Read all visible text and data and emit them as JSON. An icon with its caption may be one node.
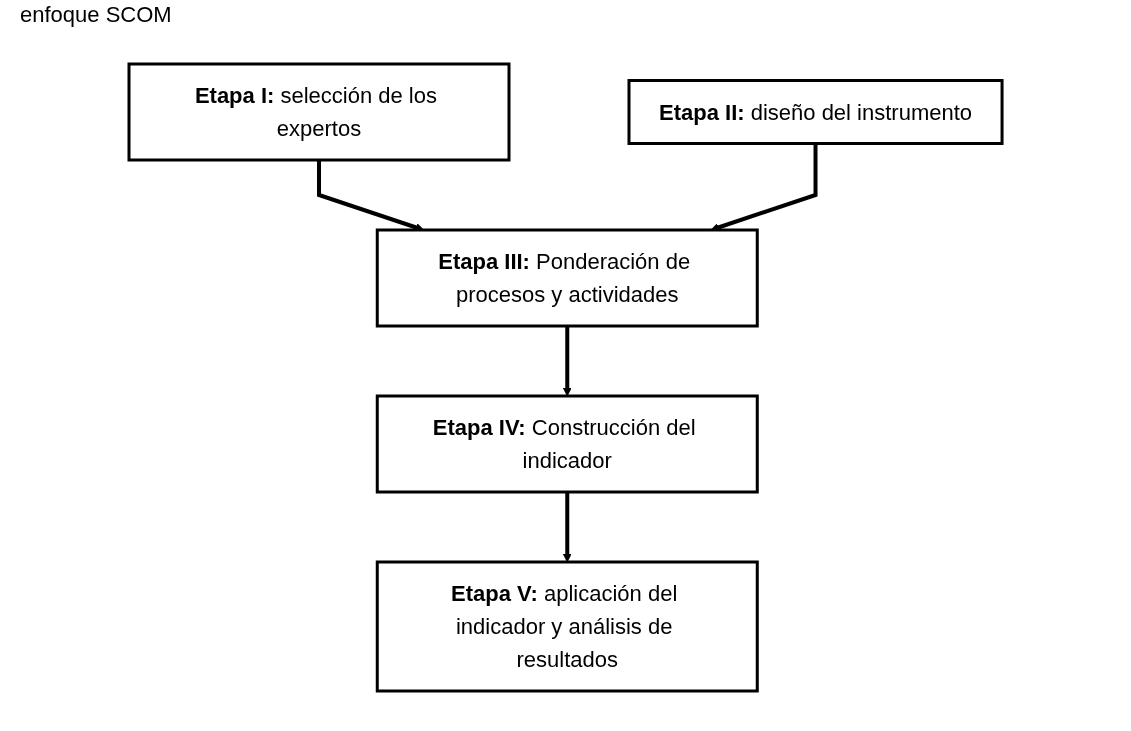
{
  "diagram": {
    "title": "enfoque SCOM",
    "nodes": [
      {
        "text": [
          "**Etapa I:** selección de los expertos"
        ]
      },
      {
        "text": [
          "**Etapa II:** diseño del instrumento"
        ]
      },
      {
        "text": [
          "**Etapa III:** Ponderación de procesos y actividades"
        ]
      },
      {
        "text": [
          "**Etapa IV:** Construcción del indicador"
        ]
      },
      {
        "text": [
          "**Etapa V:** aplicación del indicador y análisis de resultados"
        ]
      }
    ],
    "edges": [
      {
        "from": 0,
        "to": 2,
        "arrow": "to"
      },
      {
        "from": 1,
        "to": 2,
        "arrow": "to"
      },
      {
        "from": 2,
        "to": 3,
        "arrow": "to"
      },
      {
        "from": 3,
        "to": 4,
        "arrow": "to"
      }
    ]
  }
}
